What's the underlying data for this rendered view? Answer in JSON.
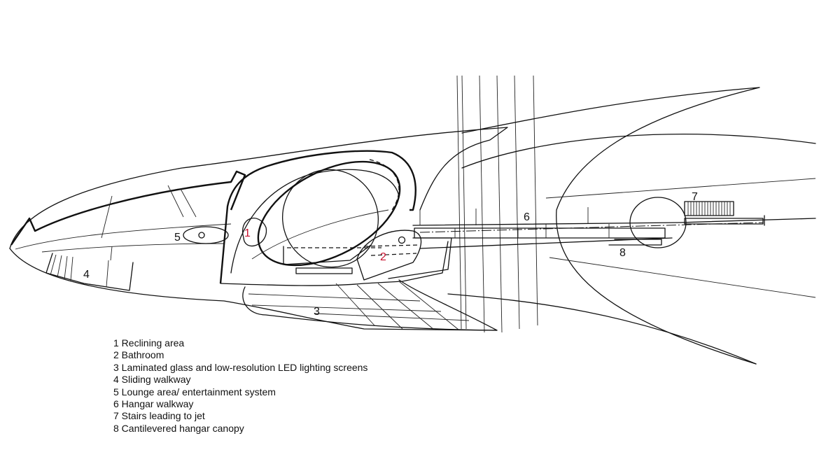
{
  "colors": {
    "line": "#111111",
    "highlight": "#c8102e",
    "background": "#ffffff"
  },
  "callouts": {
    "c1": "1",
    "c2": "2",
    "c3": "3",
    "c4": "4",
    "c5": "5",
    "c6": "6",
    "c7": "7",
    "c8": "8"
  },
  "legend": [
    "1 Reclining area",
    "2 Bathroom",
    "3 Laminated glass and low-resolution LED lighting screens",
    "4 Sliding walkway",
    "5 Lounge area/ entertainment system",
    "6 Hangar walkway",
    "7 Stairs leading to jet",
    "8 Cantilevered hangar canopy"
  ]
}
